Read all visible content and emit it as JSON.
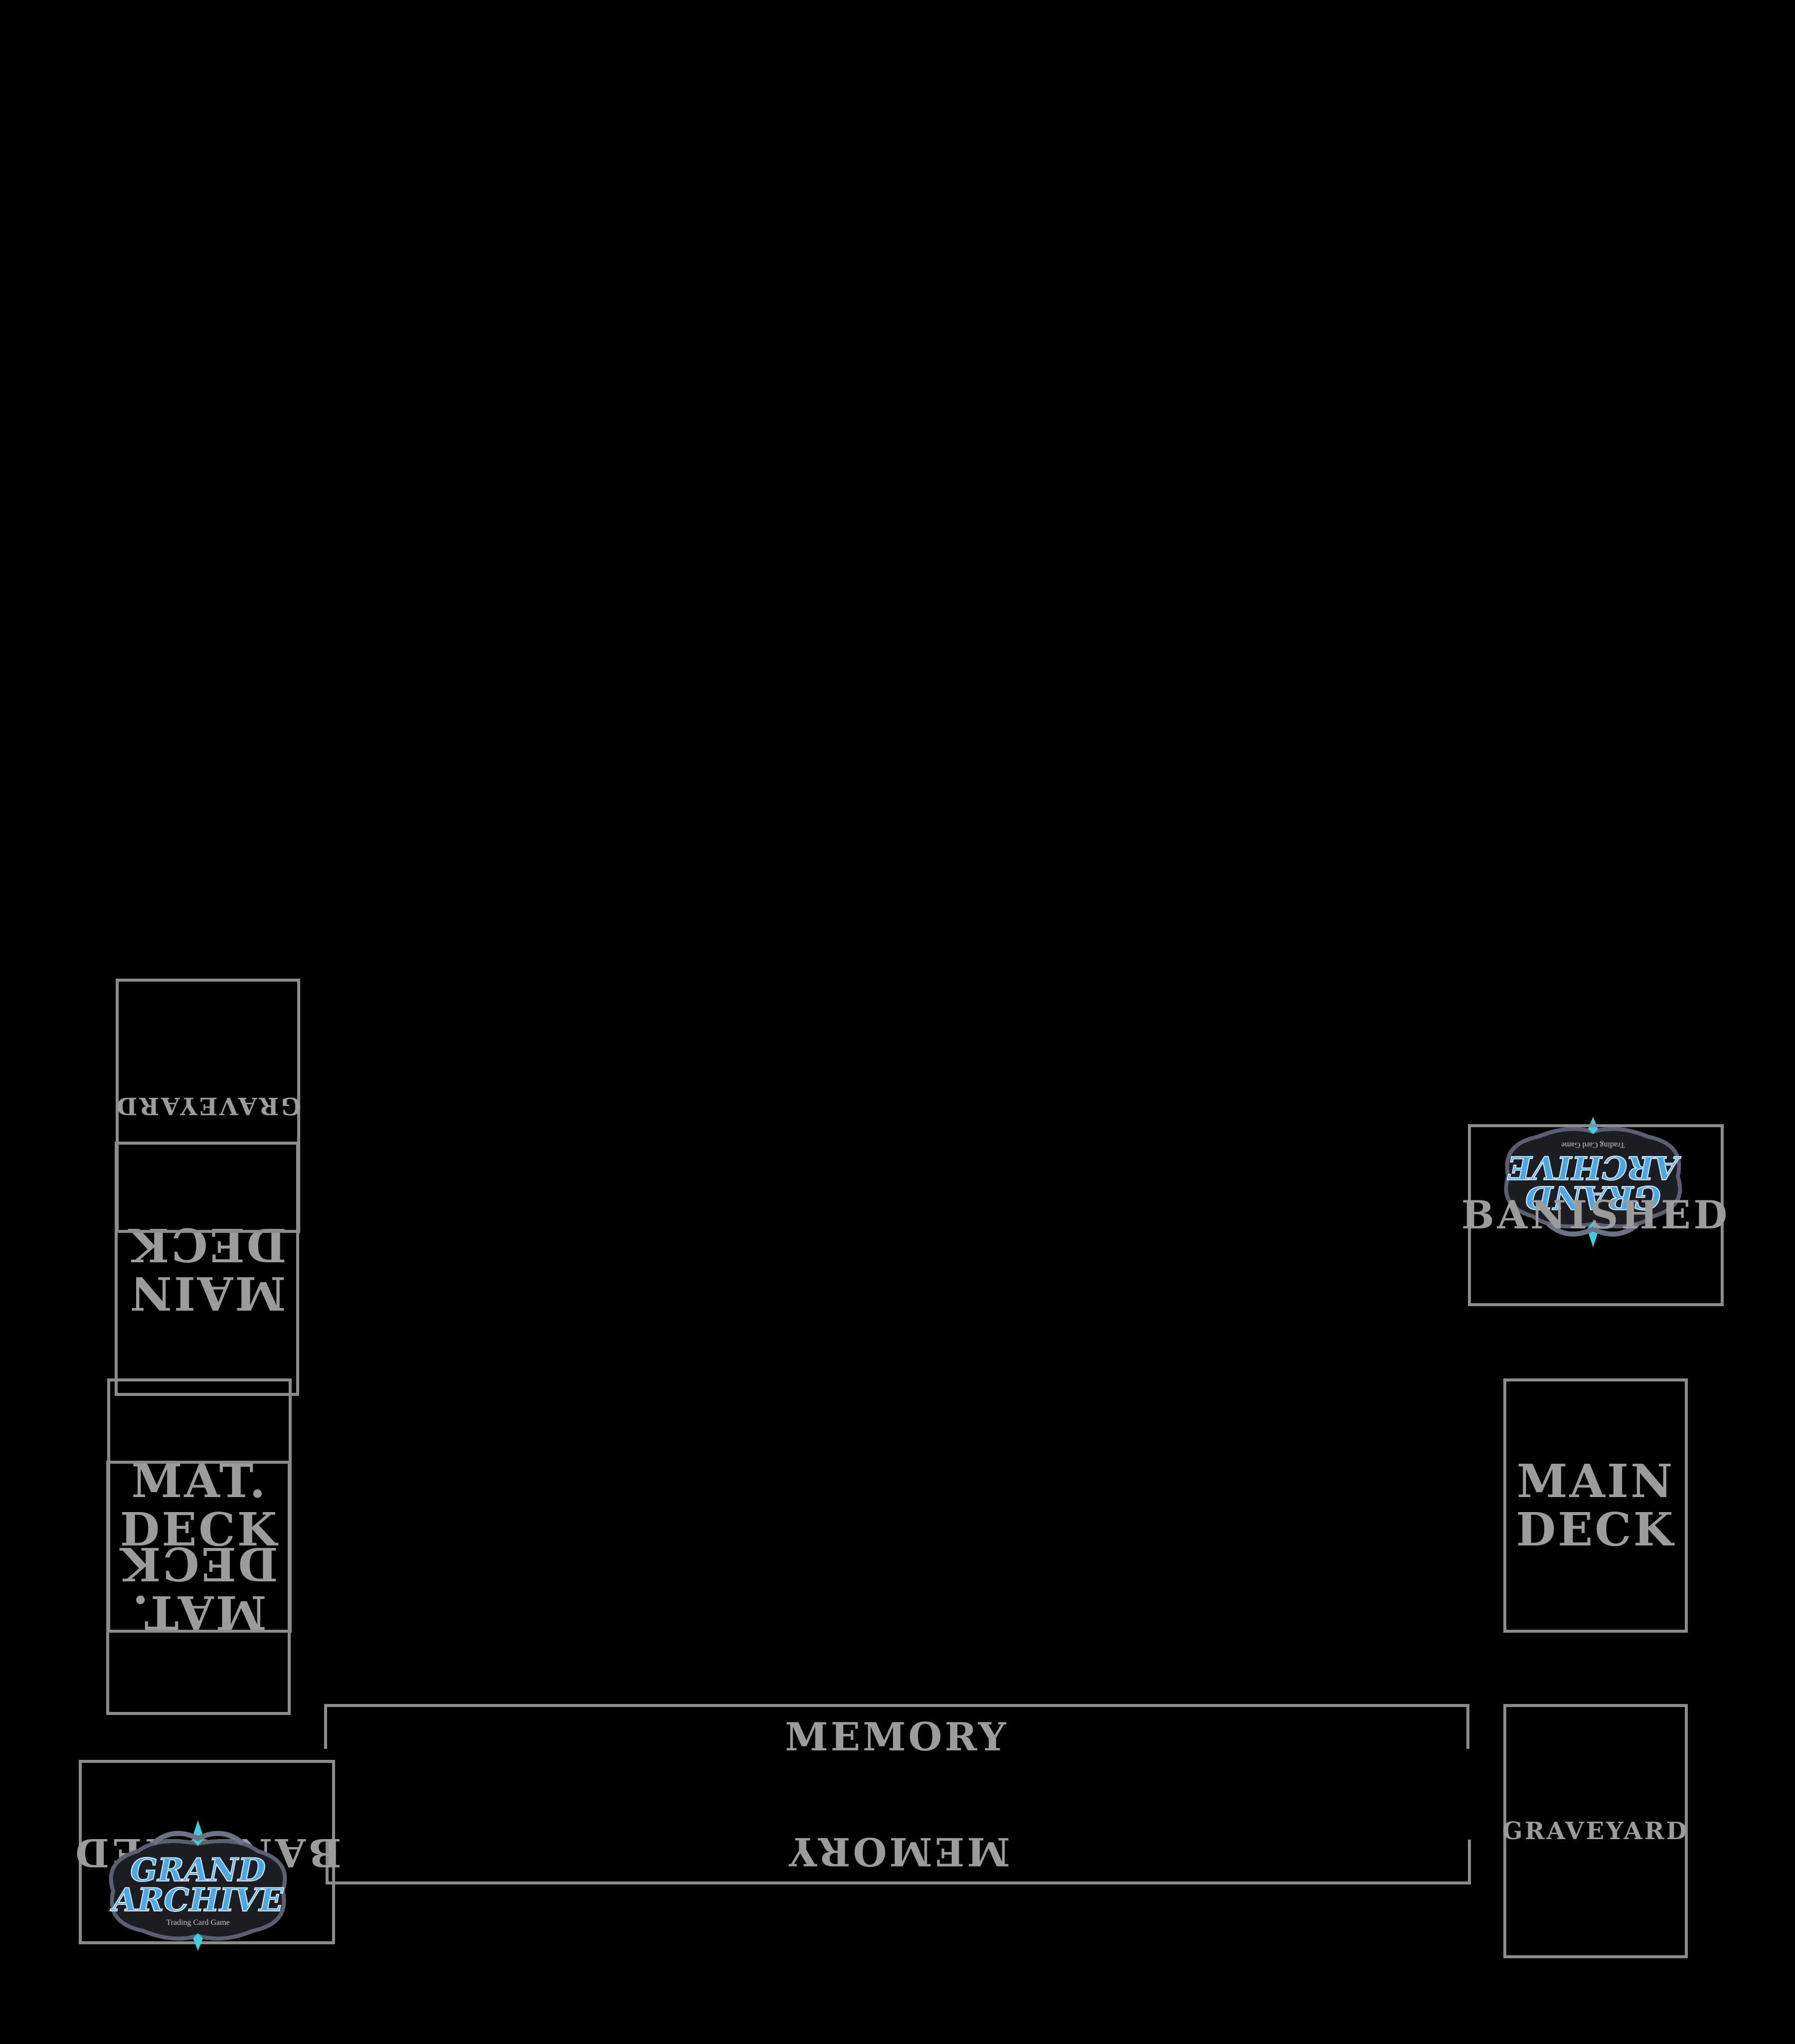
{
  "playmat": {
    "colors": {
      "background": "#000000",
      "lines": "#8c8c8c",
      "text": "#9c9c9c",
      "logo_blue": "#4aa8e8",
      "logo_frame": "#5a6070"
    },
    "logo": {
      "line1": "GRAND",
      "line2": "ARCHIVE",
      "tagline": "Trading Card Game"
    },
    "player": {
      "memory": "MEMORY",
      "mat_deck": "MAT.\nDECK",
      "main_deck": "MAIN\nDECK",
      "banished": "BANISHED",
      "graveyard": "GRAVEYARD"
    },
    "opponent": {
      "memory": "MEMORY",
      "mat_deck": "MAT.\nDECK",
      "main_deck": "MAIN\nDECK",
      "banished": "BANISHED",
      "graveyard": "GRAVEYARD"
    }
  }
}
